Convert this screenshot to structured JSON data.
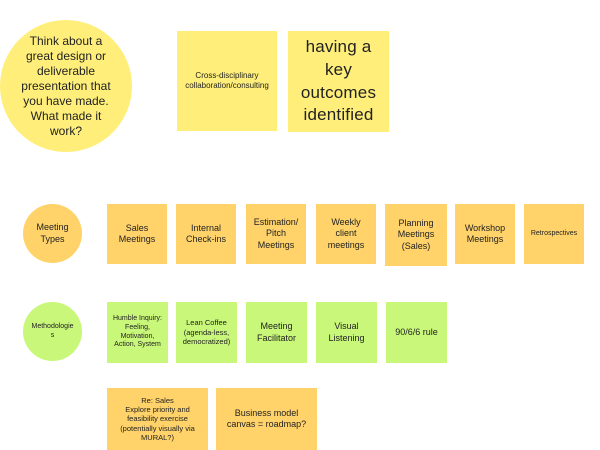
{
  "prompt_circle": "Think about a\ngreat design or\ndeliverable\npresentation that\nyou have made.\nWhat made it\nwork?",
  "top_notes": [
    "Cross-disciplinary\ncollaboration/consulting",
    "having a\nkey\noutcomes\nidentified"
  ],
  "meeting_types": {
    "label": "Meeting\nTypes",
    "items": [
      "Sales\nMeetings",
      "Internal\nCheck-ins",
      "Estimation/\nPitch\nMeetings",
      "Weekly\nclient\nmeetings",
      "Planning\nMeetings\n(Sales)",
      "Workshop\nMeetings",
      "Retrospectives"
    ]
  },
  "methodologies": {
    "label": "Methodologie\ns",
    "items": [
      "Humble Inquiry:\nFeeling,\nMotivation,\nAction, System",
      "Lean Coffee\n(agenda-less,\ndemocratized)",
      "Meeting\nFacilitator",
      "Visual\nListening",
      "90/6/6 rule"
    ]
  },
  "bottom_notes": [
    "Re: Sales\nExplore priority and\nfeasibility exercise\n(potentially visually via\nMURAL?)",
    "Business model\ncanvas = roadmap?"
  ],
  "colors": {
    "yellow": "#ffef7a",
    "orange": "#ffd36a",
    "green": "#c9f77a"
  }
}
